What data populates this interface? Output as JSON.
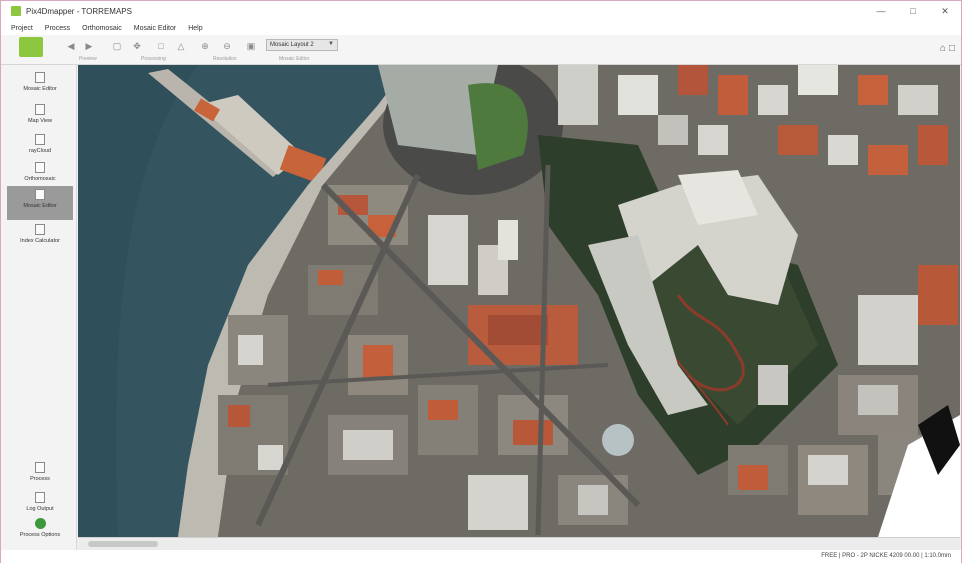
{
  "window": {
    "title": "Pix4Dmapper - TORREMAPS"
  },
  "menu": {
    "items": [
      "Project",
      "Process",
      "Orthomosaic",
      "Mosaic Editor",
      "Help"
    ]
  },
  "ribbon": {
    "preset_value": "Mosaic Layout 2",
    "groups": [
      "Preview",
      "Processing",
      "Resolution",
      "Mosaic Editor"
    ]
  },
  "sidebar": {
    "top_items": [
      {
        "label": "Mosaic Editor",
        "icon": "document-icon"
      },
      {
        "label": "Map View",
        "icon": "map-icon"
      },
      {
        "label": "rayCloud",
        "icon": "cloud-icon"
      },
      {
        "label": "Orthomosaic",
        "icon": "layers-icon"
      },
      {
        "label": "Mosaic Editor",
        "icon": "grid-icon"
      },
      {
        "label": "Index Calculator",
        "icon": "calc-icon"
      }
    ],
    "bottom_items": [
      {
        "label": "Process",
        "icon": "process-icon"
      },
      {
        "label": "Log Output",
        "icon": "log-icon"
      },
      {
        "label": "Process Options",
        "icon": "gear-icon"
      }
    ]
  },
  "status": {
    "text": "FREE | PRO - 2P NICKE 4209 00.00 | 1:10.0mm"
  }
}
